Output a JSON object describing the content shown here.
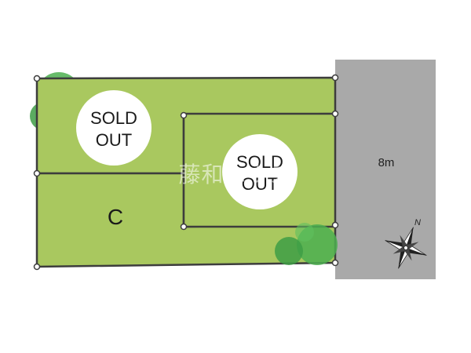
{
  "map": {
    "road": {
      "width_label": "8m",
      "color": "#a9a9a9"
    },
    "lots": [
      {
        "id": "A",
        "status_text": [
          "SOLD",
          "OUT"
        ]
      },
      {
        "id": "B",
        "status_text": [
          "SOLD",
          "OUT"
        ]
      },
      {
        "id": "C",
        "label": "C"
      }
    ],
    "colors": {
      "lot_fill": "#a9c85f",
      "lot_border": "#3d3d3d",
      "tree": "#4caf50",
      "sold_badge": "#ffffff"
    },
    "compass": {
      "north_label": "N",
      "icon": "compass-rose-icon"
    },
    "watermark": "藤和ハウス"
  }
}
